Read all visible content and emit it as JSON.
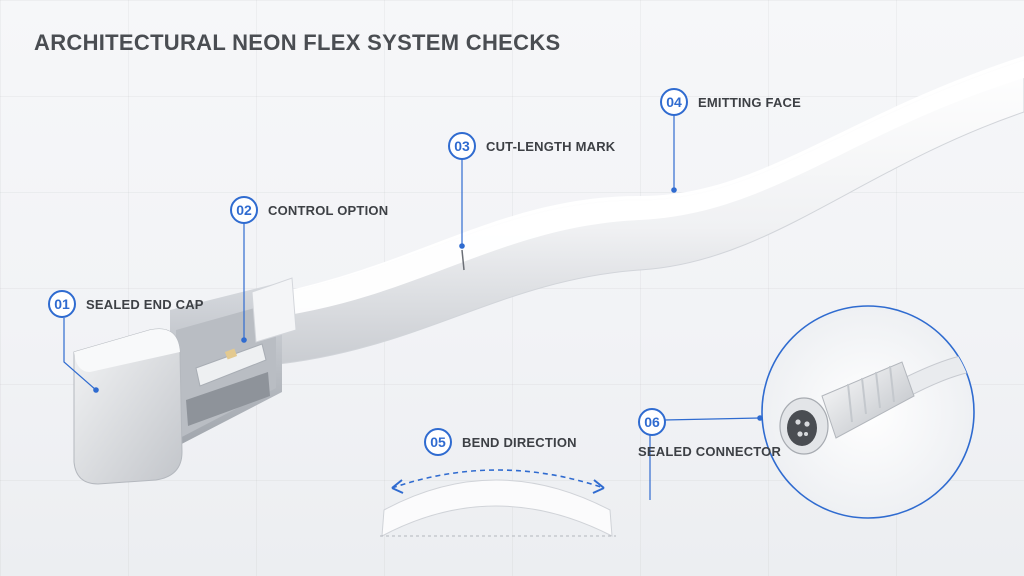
{
  "title": "ARCHITECTURAL NEON FLEX SYSTEM CHECKS",
  "callouts": [
    {
      "number": "01",
      "label": "SEALED END CAP"
    },
    {
      "number": "02",
      "label": "CONTROL OPTION"
    },
    {
      "number": "03",
      "label": "CUT-LENGTH MARK"
    },
    {
      "number": "04",
      "label": "EMITTING FACE"
    },
    {
      "number": "05",
      "label": "BEND DIRECTION"
    },
    {
      "number": "06",
      "label": "SEALED CONNECTOR"
    }
  ],
  "colors": {
    "accent": "#2f6bd0",
    "title": "#4a4d52",
    "label": "#3d4045"
  },
  "icons": [
    "neon-flex-strip-illustration",
    "end-cap-illustration",
    "led-chip-illustration",
    "bend-arc-illustration",
    "connector-illustration"
  ]
}
